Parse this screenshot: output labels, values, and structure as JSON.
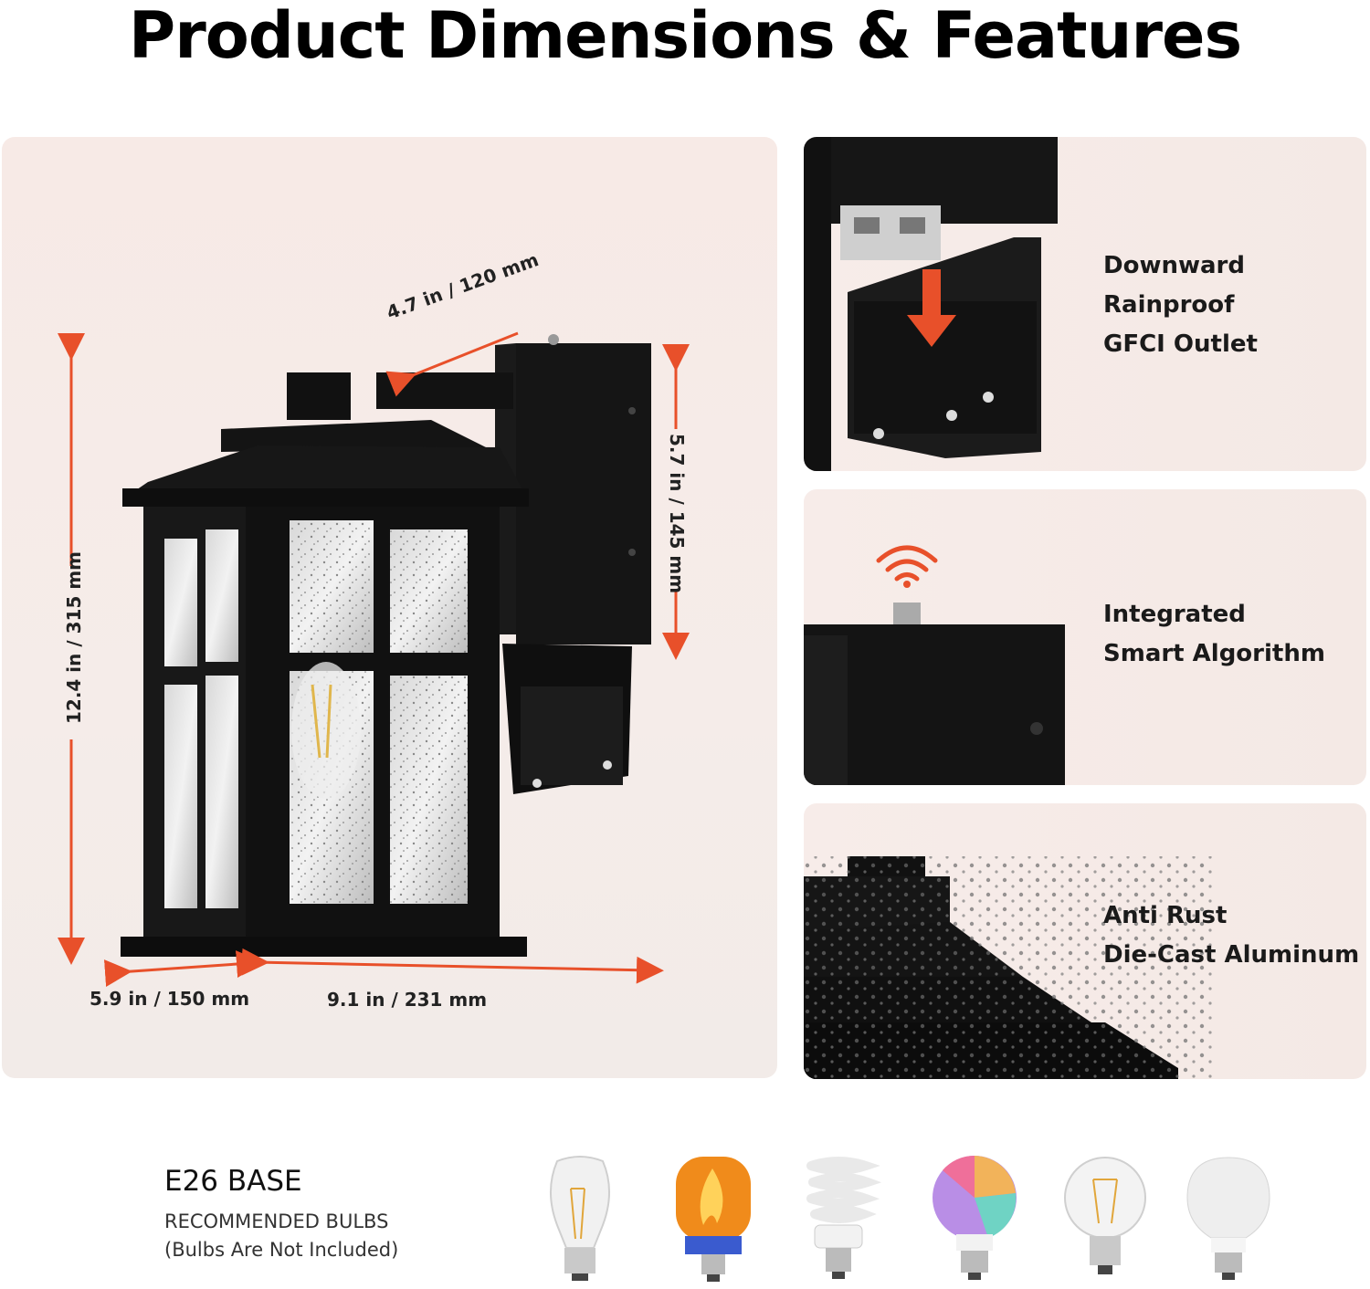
{
  "header": {
    "title": "Product Dimensions & Features"
  },
  "dimensions": {
    "depth_top": "4.7 in / 120 mm",
    "box_height": "5.7 in / 145 mm",
    "total_height": "12.4 in / 315 mm",
    "width": "5.9 in / 150 mm",
    "extension": "9.1 in / 231 mm"
  },
  "features": [
    {
      "lines": [
        "Downward",
        "Rainproof",
        "GFCI Outlet"
      ],
      "icon": "outlet-cover-icon"
    },
    {
      "lines": [
        "Integrated",
        "Smart Algorithm"
      ],
      "icon": "wifi-signal-icon"
    },
    {
      "lines": [
        "Anti Rust",
        "Die-Cast Aluminum"
      ],
      "icon": "rust-surface-icon"
    }
  ],
  "bulbs": {
    "base": "E26 BASE",
    "recommended": "RECOMMENDED BULBS",
    "note": "(Bulbs Are Not Included)",
    "types": [
      "edison-filament-bulb-icon",
      "flame-bulb-icon",
      "spiral-cfl-bulb-icon",
      "rgb-smart-bulb-icon",
      "globe-filament-bulb-icon",
      "led-a19-bulb-icon"
    ]
  },
  "colors": {
    "accent": "#e8502a",
    "fixture": "#121212",
    "panel": "#f6ebe7"
  }
}
